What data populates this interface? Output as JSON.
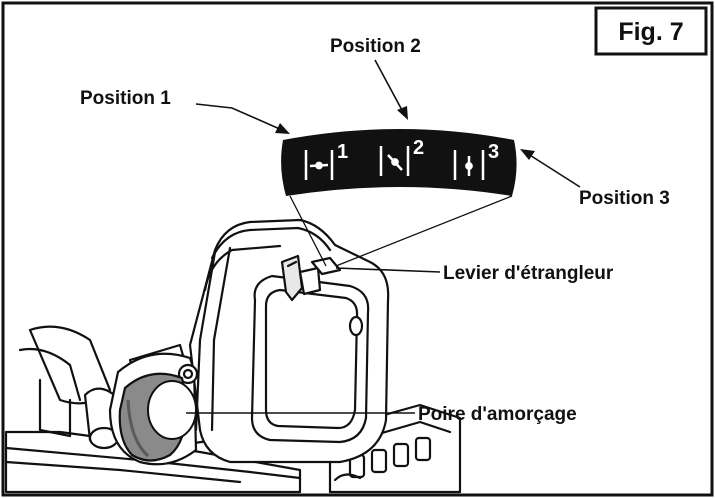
{
  "figure": {
    "label": "Fig. 7"
  },
  "callouts": {
    "position1": "Position 1",
    "position2": "Position 2",
    "position3": "Position 3",
    "choke_lever": "Levier d'étrangleur",
    "primer_bulb": "Poire d'amorçage"
  },
  "dial": {
    "marks": [
      "1",
      "2",
      "3"
    ]
  },
  "colors": {
    "ink": "#111111",
    "paper": "#ffffff",
    "bulb": "#8a8a8a"
  }
}
